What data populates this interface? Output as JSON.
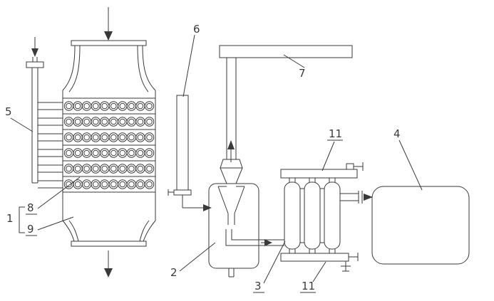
{
  "diagram": {
    "labels": {
      "n1": "1",
      "n2": "2",
      "n3": "3",
      "n4": "4",
      "n5": "5",
      "n6": "6",
      "n7": "7",
      "n8": "8",
      "n9": "9",
      "n11_top": "11",
      "n11_bottom": "11"
    },
    "colors": {
      "line": "#3a3a3a",
      "background": "#ffffff"
    }
  }
}
